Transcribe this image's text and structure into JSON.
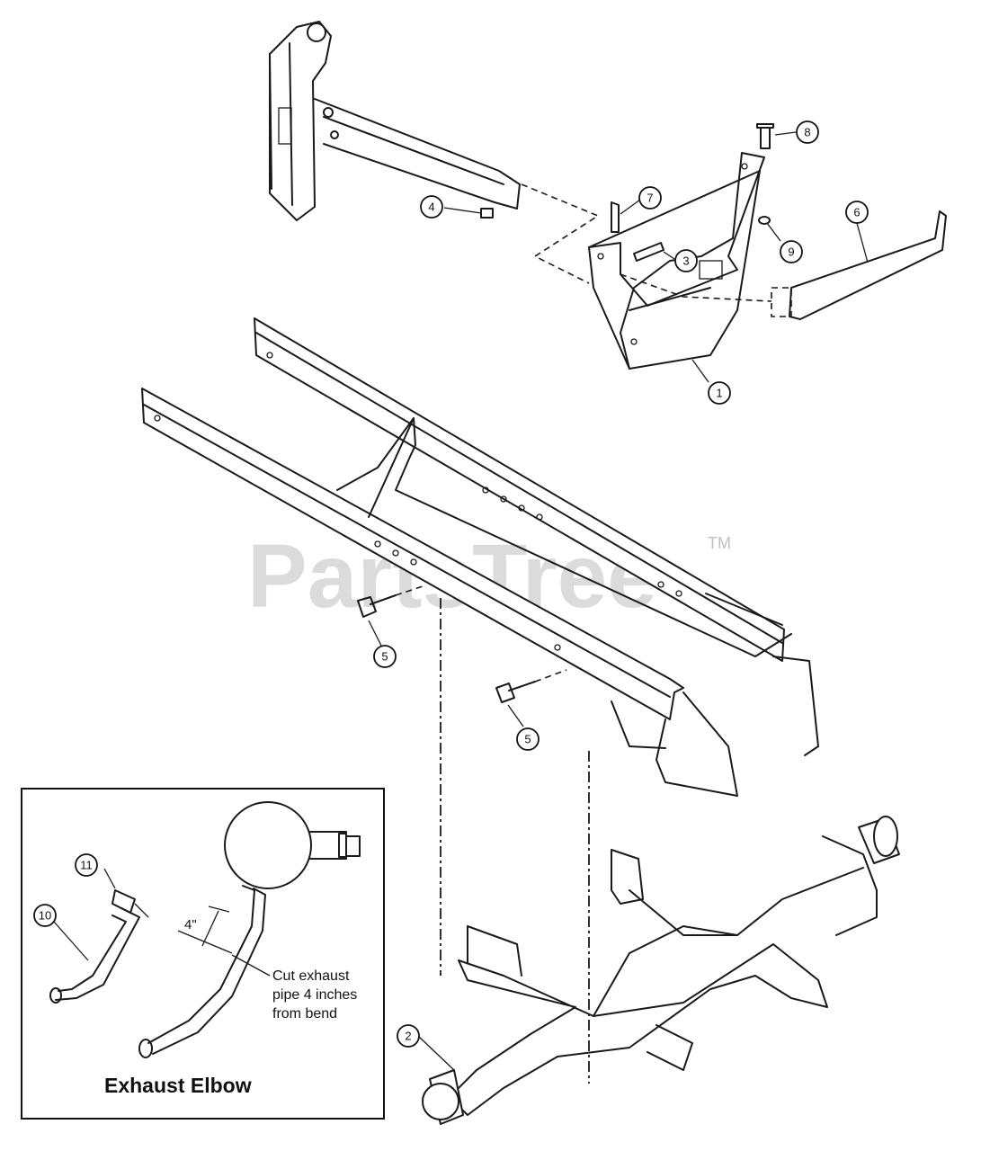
{
  "watermark": {
    "text": "PartsTree",
    "tm": "TM"
  },
  "callouts": [
    {
      "id": "c1",
      "num": "1"
    },
    {
      "id": "c2",
      "num": "2"
    },
    {
      "id": "c3",
      "num": "3"
    },
    {
      "id": "c4",
      "num": "4"
    },
    {
      "id": "c5a",
      "num": "5"
    },
    {
      "id": "c5b",
      "num": "5"
    },
    {
      "id": "c6",
      "num": "6"
    },
    {
      "id": "c7",
      "num": "7"
    },
    {
      "id": "c8",
      "num": "8"
    },
    {
      "id": "c9",
      "num": "9"
    },
    {
      "id": "c10",
      "num": "10"
    },
    {
      "id": "c11",
      "num": "11"
    }
  ],
  "inset": {
    "title": "Exhaust Elbow",
    "dimension": "4\"",
    "note_lines": [
      "Cut exhaust",
      "pipe 4 inches",
      "from bend"
    ]
  }
}
